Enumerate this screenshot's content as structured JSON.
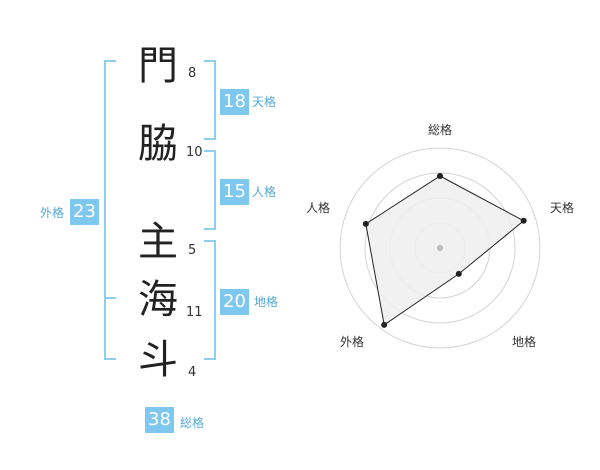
{
  "name": {
    "chars": [
      "門",
      "脇",
      "主",
      "海",
      "斗"
    ],
    "strokes": [
      "8",
      "10",
      "5",
      "11",
      "4"
    ]
  },
  "kakusu": {
    "tenkaku": {
      "value": "18",
      "label": "天格"
    },
    "jinkaku": {
      "value": "15",
      "label": "人格"
    },
    "chikaku": {
      "value": "20",
      "label": "地格"
    },
    "gaikaku": {
      "value": "23",
      "label": "外格"
    },
    "soukaku": {
      "value": "38",
      "label": "総格"
    }
  },
  "chart_data": {
    "type": "radar",
    "axes": [
      "総格",
      "天格",
      "地格",
      "外格",
      "人格"
    ],
    "values": [
      0.72,
      0.88,
      0.32,
      0.95,
      0.78
    ],
    "rings": 4,
    "max": 1
  },
  "colors": {
    "accent": "#7ec7ee",
    "bracket": "#8ccdf0",
    "fill": "#eeeeee"
  }
}
